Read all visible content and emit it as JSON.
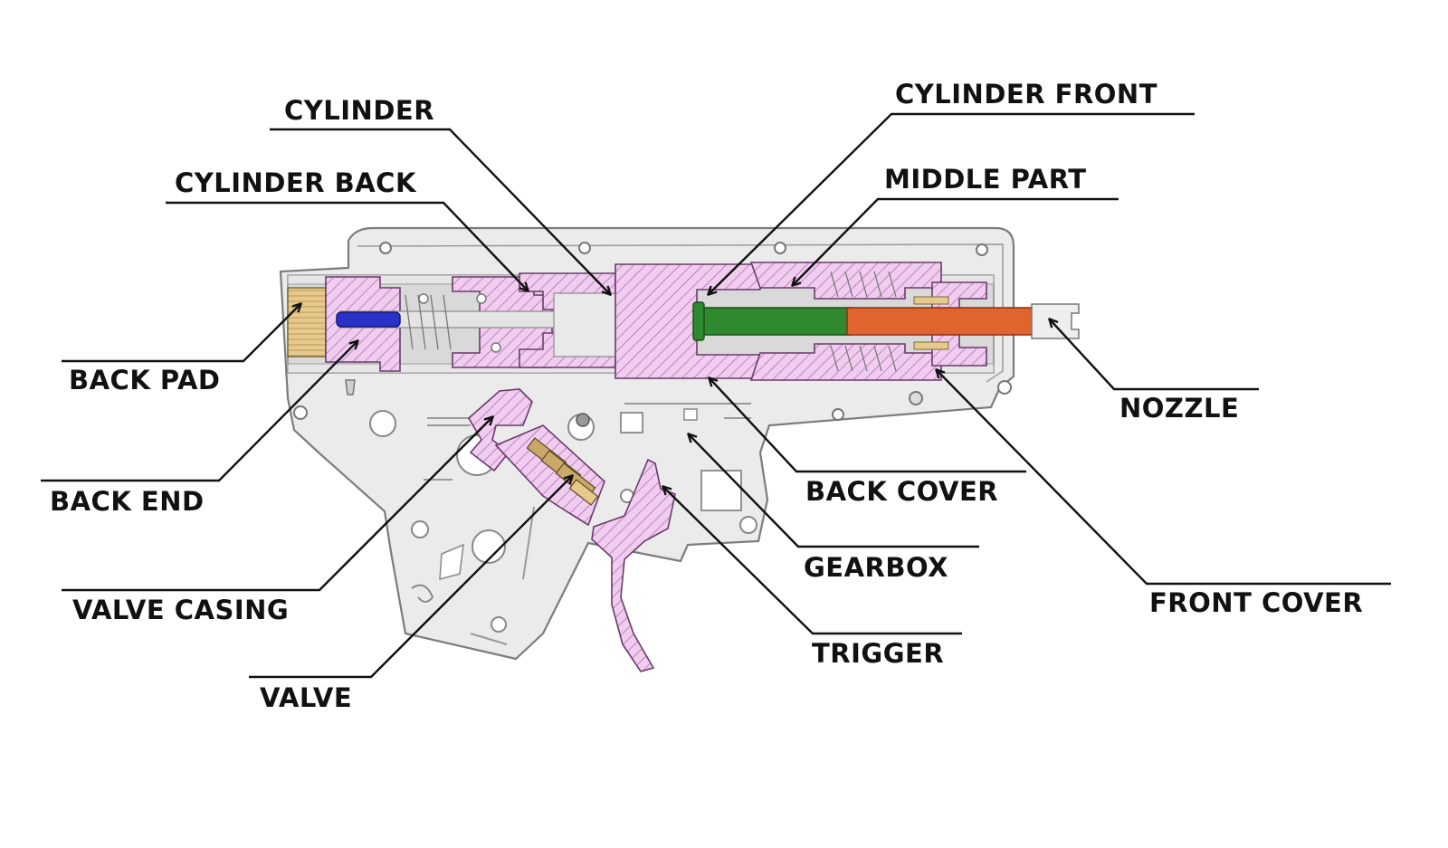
{
  "labels": {
    "cylinder": "CYLINDER",
    "cylinder_back": "CYLINDER BACK",
    "back_pad": "BACK PAD",
    "back_end": "BACK END",
    "valve_casing": "VALVE CASING",
    "valve": "VALVE",
    "cylinder_front": "CYLINDER FRONT",
    "middle_part": "MIDDLE PART",
    "nozzle": "NOZZLE",
    "back_cover": "BACK COVER",
    "gearbox": "GEARBOX",
    "front_cover": "FRONT COVER",
    "trigger": "TRIGGER"
  },
  "colors": {
    "background": "#ffffff",
    "gearbox_body": "#e9e9e9",
    "gearbox_outline": "#7c7c7c",
    "hatched_parts": "#f0cdef",
    "hatch_lines": "#a35aa8",
    "piston_rod": "#2732c8",
    "green_tube": "#2f8a2f",
    "nozzle_orange": "#e0642e",
    "back_pad_brass": "#e7c98b",
    "leader_lines": "#111111"
  }
}
